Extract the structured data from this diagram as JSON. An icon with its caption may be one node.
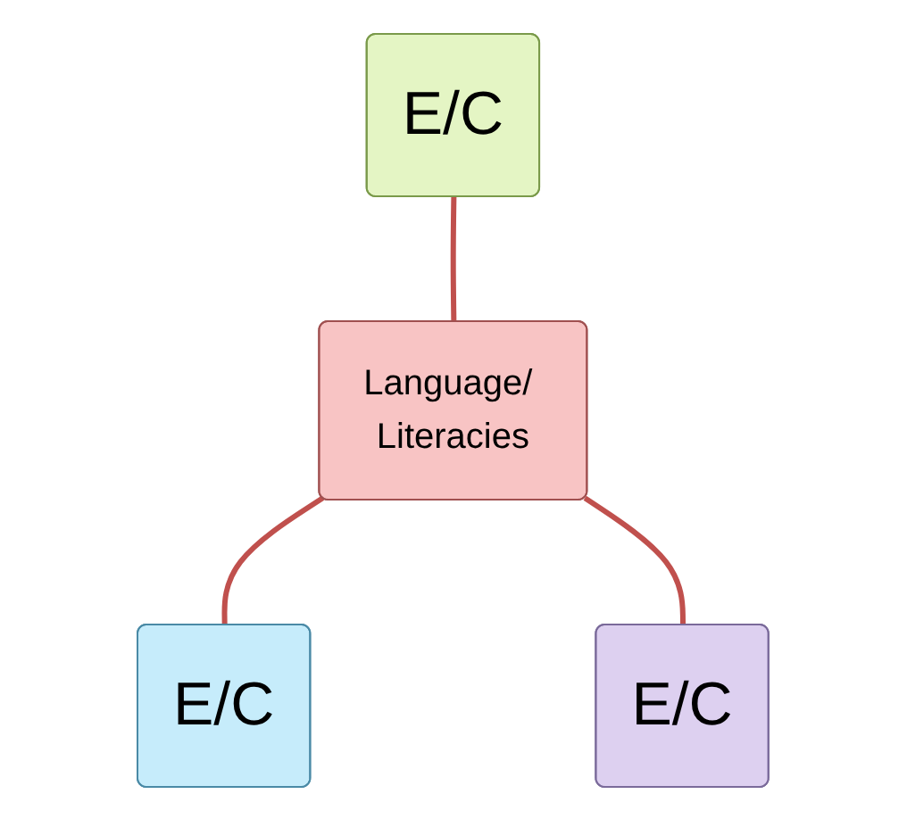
{
  "diagram": {
    "nodes": [
      {
        "text": [
          "E/C"
        ]
      },
      {
        "text": [
          "Language/ Literacies"
        ]
      },
      {
        "text": [
          "E/C"
        ]
      },
      {
        "text": [
          "E/C"
        ]
      }
    ],
    "edges": [
      {
        "from": 0,
        "to": 1,
        "arrow": "none"
      },
      {
        "from": 1,
        "to": 2,
        "arrow": "none"
      },
      {
        "from": 1,
        "to": 3,
        "arrow": "none"
      }
    ]
  }
}
